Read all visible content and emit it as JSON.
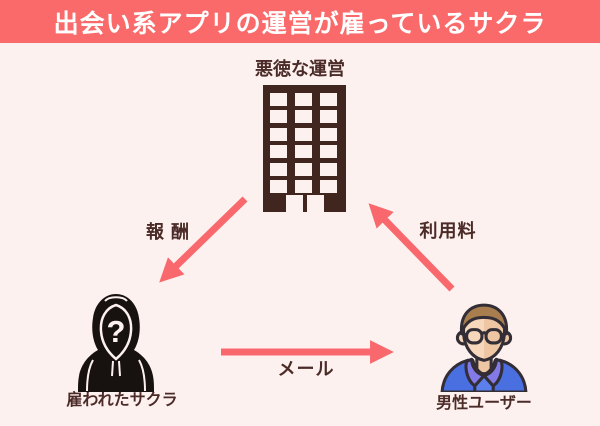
{
  "banner": {
    "title": "出会い系アプリの運営が雇っているサクラ"
  },
  "nodes": {
    "operator": {
      "label": "悪徳な運営",
      "icon": "building-icon"
    },
    "sakura": {
      "label": "雇われたサクラ",
      "icon": "hooded-person-icon",
      "question_mark": "?"
    },
    "male_user": {
      "label": "男性ユーザー",
      "icon": "male-user-icon"
    }
  },
  "edges": {
    "reward": {
      "label": "報 酬",
      "from": "operator",
      "to": "sakura"
    },
    "usage_fee": {
      "label": "利用料",
      "from": "male_user",
      "to": "operator"
    },
    "mail": {
      "label": "メール",
      "from": "sakura",
      "to": "male_user"
    }
  },
  "colors": {
    "background": "#fdf1ef",
    "banner": "#fb6a6a",
    "banner_text": "#ffffff",
    "arrow": "#f8686c",
    "text_dark": "#4b2b28",
    "building": "#41261f",
    "silhouette": "#17110f",
    "silhouette_detail": "#fdf1ef",
    "avatar_hair": "#a87e4e",
    "avatar_skin": "#f8d8bc",
    "avatar_skin_shade": "#efc6a4",
    "avatar_shirt": "#4a6fe0",
    "avatar_collar": "#837ae8",
    "avatar_outline": "#332d36"
  }
}
